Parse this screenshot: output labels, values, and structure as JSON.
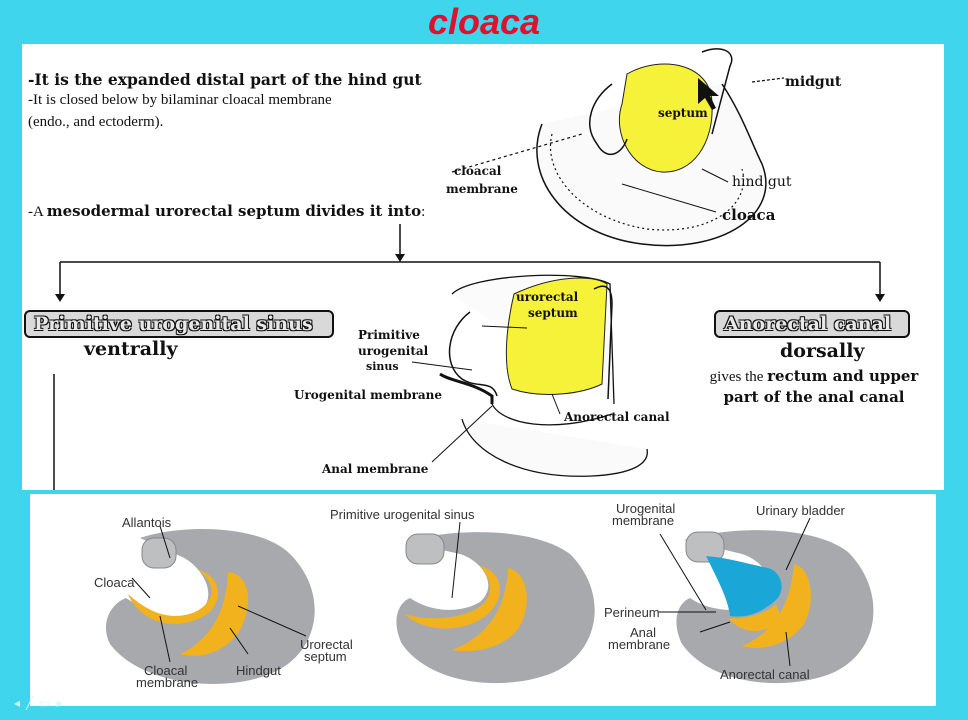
{
  "title": "cloaca",
  "bullets": {
    "b1": "-It is the expanded distal part of the hind gut",
    "b2_line1": "-It is closed below by bilaminar cloacal membrane",
    "b2_line2": "(endo., and ectoderm).",
    "b3_prefix": "-A",
    "b3_bold": "mesodermal urorectal septum divides it into",
    "b3_suffix": ":"
  },
  "branches": {
    "left_box": "Primitive urogenital sinus",
    "left_dir": "ventrally",
    "right_box": "Anorectal canal",
    "right_dir": "dorsally",
    "right_desc_prefix": "gives the",
    "right_desc_bold1": "rectum and upper",
    "right_desc_bold2": "part of the anal canal"
  },
  "top_figure_labels": {
    "midgut": "midgut",
    "septum": "septum",
    "cloacal": "cloacal",
    "membrane": "membrane",
    "hind_gut": "hind gut",
    "cloaca": "cloaca"
  },
  "middle_figure_labels": {
    "urorectal": "urorectal",
    "septum": "septum",
    "primitive": "Primitive",
    "urogenital": "urogenital",
    "sinus": "sinus",
    "urogenital_membrane": "Urogenital membrane",
    "anorectal_canal": "Anorectal canal",
    "anal_membrane": "Anal membrane"
  },
  "bottom_figure_labels": {
    "allantois": "Allantois",
    "cloaca": "Cloaca",
    "cloacal_membrane_1": "Cloacal",
    "cloacal_membrane_2": "membrane",
    "hindgut": "Hindgut",
    "urorectal_1": "Urorectal",
    "urorectal_2": "septum",
    "primitive_urogenital_sinus": "Primitive urogenital sinus",
    "urogenital_membrane_1": "Urogenital",
    "urogenital_membrane_2": "membrane",
    "urinary_bladder": "Urinary bladder",
    "perineum": "Perineum",
    "anal_membrane_1": "Anal",
    "anal_membrane_2": "membrane",
    "anorectal_canal": "Anorectal canal"
  },
  "colors": {
    "background": "#3fd5ec",
    "title": "#e0102f",
    "highlight_yellow": "#f6f23a",
    "tissue_gray": "#a7a9ac",
    "hindgut_orange": "#f2b21e",
    "bladder_blue": "#1aa7d8"
  }
}
